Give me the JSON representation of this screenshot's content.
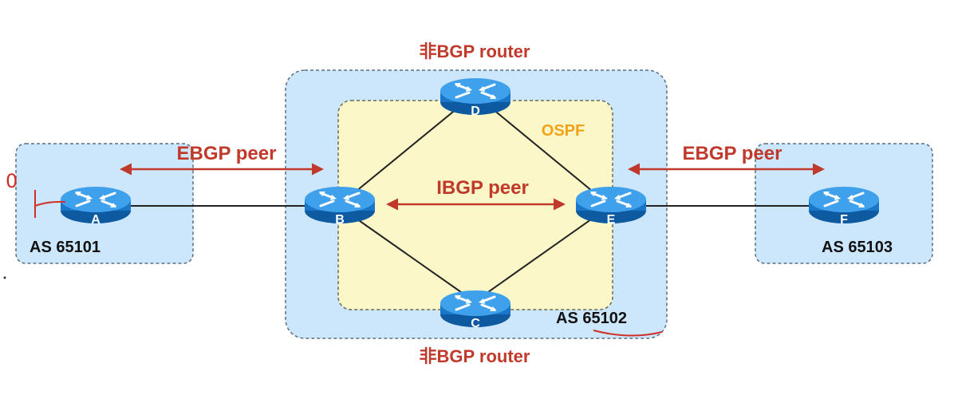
{
  "colors": {
    "as_zone_fill": "#cce6fb",
    "as_zone_border": "#5a6f84",
    "ospf_zone_fill": "#fcf7c8",
    "router_body": "#1976c8",
    "router_top": "#3fa0ec",
    "link_line": "#222222",
    "peer_arrow": "#c0392b",
    "peer_label": "#c0392b",
    "ospf_label": "#f0a31a",
    "as_label": "#111111",
    "annotation_red": "#d0302a"
  },
  "labels": {
    "top_non_bgp_router": "非BGP router",
    "bottom_non_bgp_router": "非BGP router",
    "ebgp_peer_left": "EBGP peer",
    "ebgp_peer_right": "EBGP peer",
    "ibgp_peer": "IBGP peer",
    "ospf": "OSPF",
    "as_left": "AS 65101",
    "as_middle": "AS 65102",
    "as_right": "AS 65103"
  },
  "routers": [
    {
      "id": "A",
      "label": "A"
    },
    {
      "id": "B",
      "label": "B"
    },
    {
      "id": "C",
      "label": "C"
    },
    {
      "id": "D",
      "label": "D"
    },
    {
      "id": "E",
      "label": "E"
    },
    {
      "id": "F",
      "label": "F"
    }
  ],
  "handwritten": {
    "left_mark": "0"
  },
  "icons": {
    "router": "router-icon"
  }
}
